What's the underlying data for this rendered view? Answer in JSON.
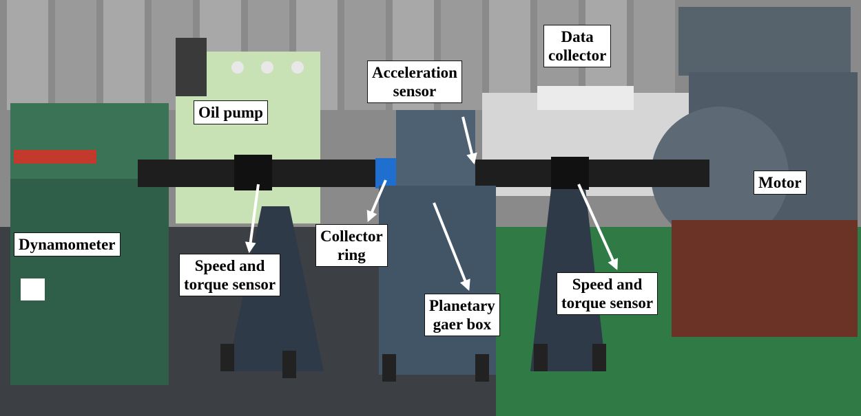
{
  "labels": {
    "oil_pump": "Oil pump",
    "acceleration_sensor_line1": "Acceleration",
    "acceleration_sensor_line2": "sensor",
    "data_collector_line1": "Data",
    "data_collector_line2": "collector",
    "motor": "Motor",
    "dynamometer": "Dynamometer",
    "speed_torque_left_line1": "Speed and",
    "speed_torque_left_line2": "torque sensor",
    "collector_ring_line1": "Collector",
    "collector_ring_line2": "ring",
    "planetary_gearbox_line1": "Planetary",
    "planetary_gearbox_line2": "gaer box",
    "speed_torque_right_line1": "Speed and",
    "speed_torque_right_line2": "torque sensor"
  },
  "colors": {
    "label_background": "#ffffff",
    "label_border": "#111111",
    "arrow": "#ffffff"
  }
}
